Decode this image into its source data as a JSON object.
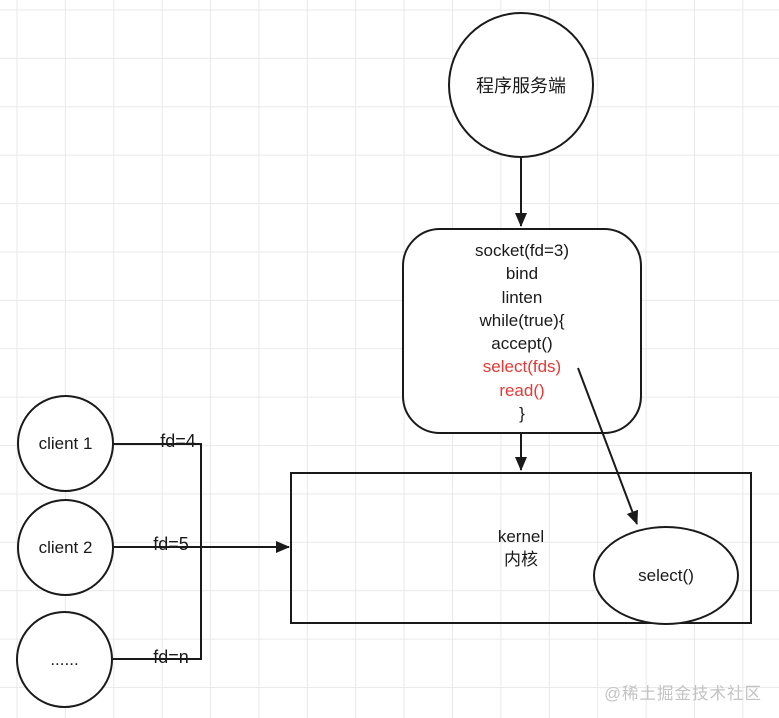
{
  "colors": {
    "line": "#1a1a1a",
    "highlight": "#e53935",
    "grid": "#e9e9e9",
    "watermark": "#c3c3c3"
  },
  "server": {
    "label": "程序服务端"
  },
  "code_box": {
    "lines": [
      "socket(fd=3)",
      "bind",
      "linten",
      "while(true){",
      "accept()",
      "select(fds)",
      "read()",
      "}"
    ]
  },
  "kernel": {
    "title": "kernel",
    "subtitle": "内核"
  },
  "select_node": {
    "label": "select()"
  },
  "clients": [
    {
      "label": "client 1",
      "fd": "fd=4"
    },
    {
      "label": "client 2",
      "fd": "fd=5"
    },
    {
      "label": "......",
      "fd": "fd=n"
    }
  ],
  "watermark": {
    "text": "@稀土掘金技术社区"
  }
}
